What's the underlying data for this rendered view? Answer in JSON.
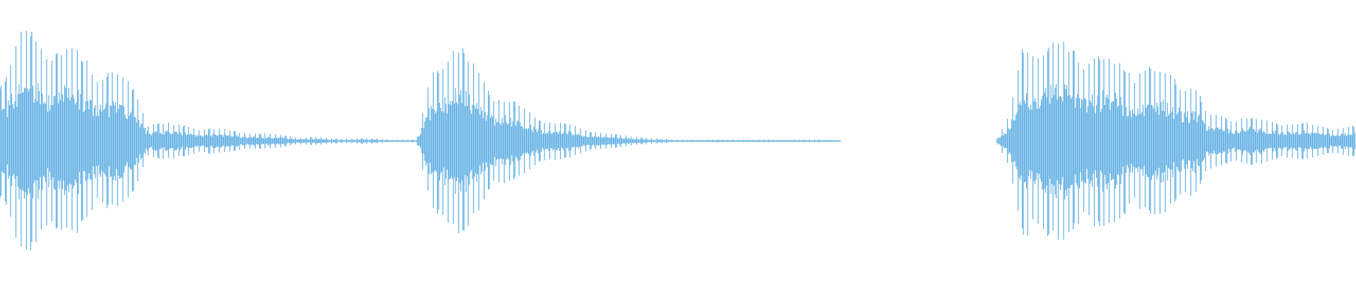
{
  "chart_data": {
    "type": "area",
    "kind": "audio-waveform",
    "title": "",
    "xlabel": "",
    "ylabel": "",
    "ylim": [
      -1,
      1
    ],
    "grid": false,
    "legend": "none",
    "color": "#5dade2",
    "background": "#ffffff",
    "envelope_amplitude": [
      0.55,
      0.82,
      0.8,
      0.75,
      0.7,
      0.66,
      0.6,
      0.55,
      0.5,
      0.4,
      0.15,
      0.14,
      0.12,
      0.12,
      0.1,
      0.09,
      0.08,
      0.07,
      0.06,
      0.05,
      0.04,
      0.03,
      0.03,
      0.02,
      0.02,
      0.02,
      0.02,
      0.01,
      0.01,
      0.01,
      0.5,
      0.74,
      0.7,
      0.58,
      0.45,
      0.35,
      0.28,
      0.22,
      0.18,
      0.14,
      0.12,
      0.09,
      0.07,
      0.05,
      0.04,
      0.03,
      0.02,
      0.01,
      0.01,
      0.01,
      0.01,
      0.01,
      0.01,
      0.01,
      0.01,
      0.01,
      0.01,
      0.01,
      0.01,
      0,
      0,
      0,
      0,
      0,
      0,
      0,
      0,
      0,
      0,
      0,
      0,
      0.2,
      0.78,
      0.75,
      0.72,
      0.72,
      0.7,
      0.68,
      0.62,
      0.6,
      0.58,
      0.55,
      0.52,
      0.5,
      0.45,
      0.2,
      0.2,
      0.19,
      0.18,
      0.16,
      0.15,
      0.14,
      0.13,
      0.12,
      0.11,
      0.11
    ]
  }
}
